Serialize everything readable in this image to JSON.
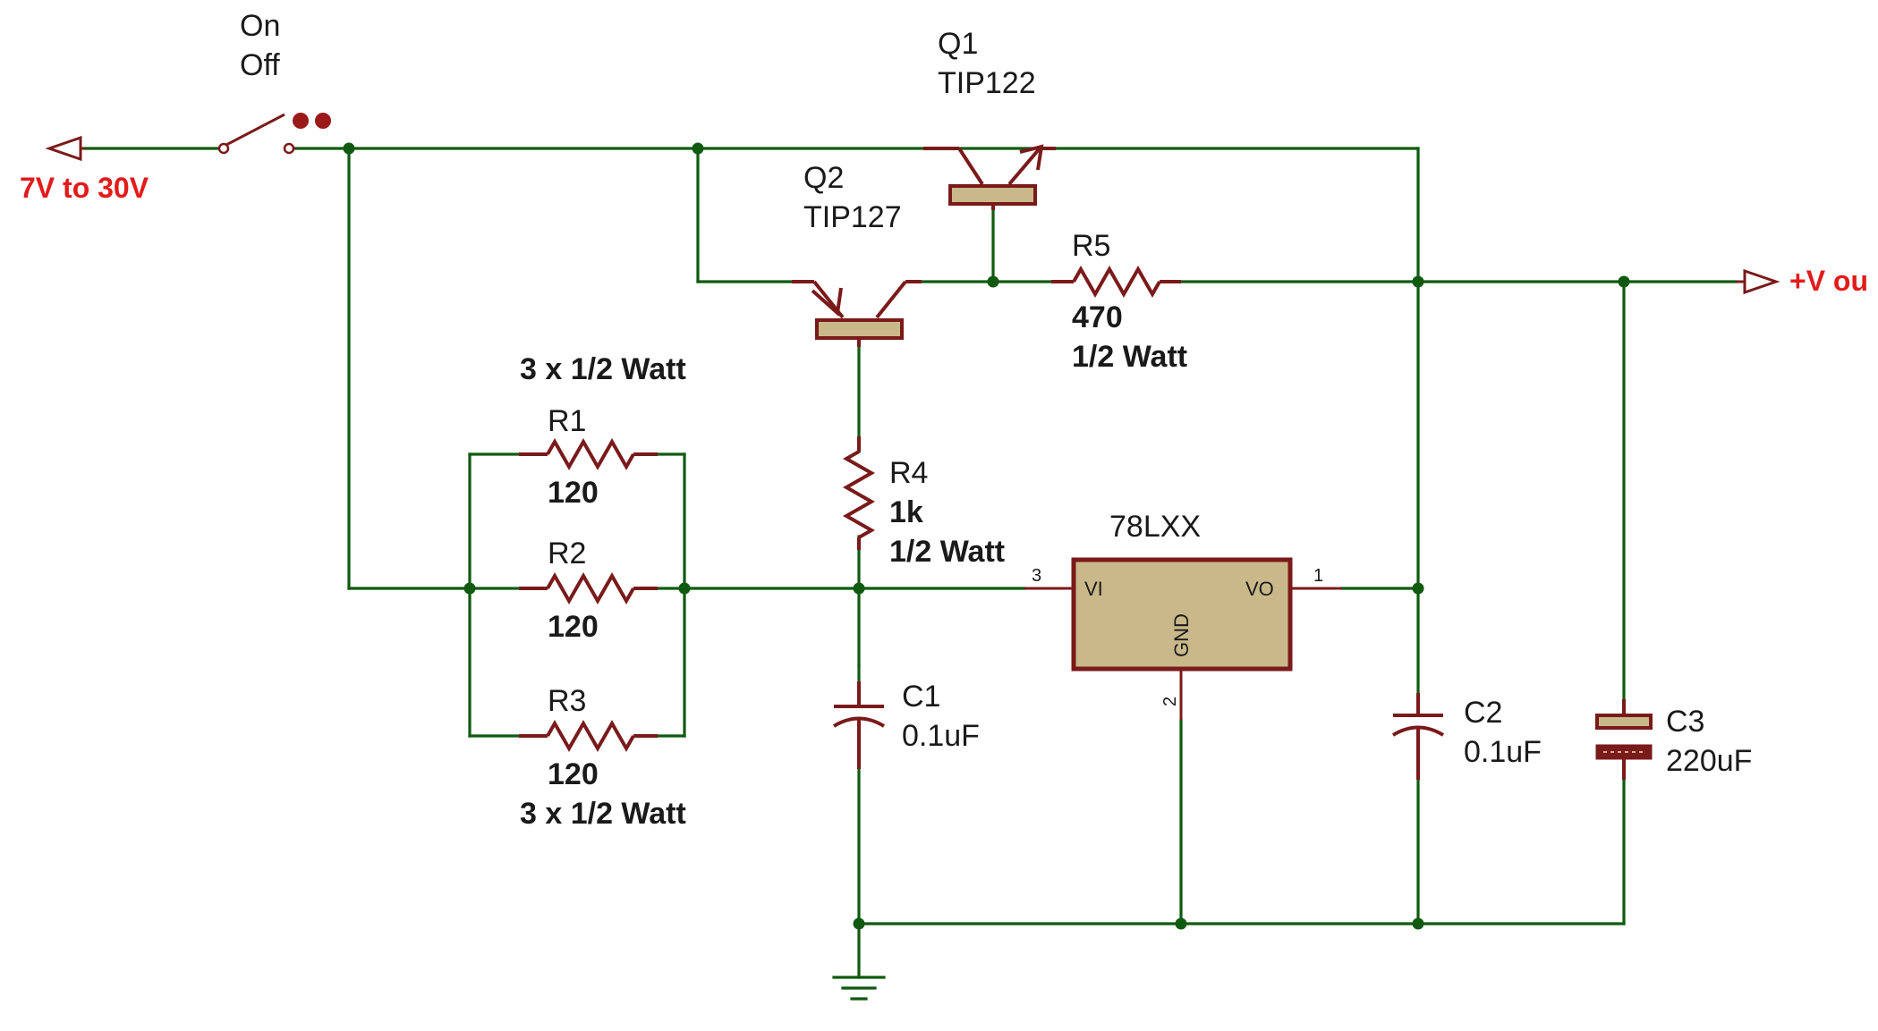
{
  "input": {
    "label": "7V to 30V",
    "color": "#e21b1b"
  },
  "output": {
    "label": "+V ou",
    "color": "#e21b1b"
  },
  "switch": {
    "on_label": "On",
    "off_label": "Off"
  },
  "q1": {
    "ref": "Q1",
    "part": "TIP122"
  },
  "q2": {
    "ref": "Q2",
    "part": "TIP127"
  },
  "r5": {
    "ref": "R5",
    "value": "470",
    "rating": "1/2 Watt"
  },
  "r4": {
    "ref": "R4",
    "value": "1k",
    "rating": "1/2 Watt"
  },
  "r_group": {
    "rating_top": "3 x 1/2 Watt",
    "rating_bottom": "3 x 1/2 Watt"
  },
  "r1": {
    "ref": "R1",
    "value": "120"
  },
  "r2": {
    "ref": "R2",
    "value": "120"
  },
  "r3": {
    "ref": "R3",
    "value": "120"
  },
  "regulator": {
    "part": "78LXX",
    "pin_in_label": "VI",
    "pin_out_label": "VO",
    "pin_gnd_label": "GND",
    "pin_in_num": "3",
    "pin_out_num": "1",
    "pin_gnd_num": "2"
  },
  "c1": {
    "ref": "C1",
    "value": "0.1uF"
  },
  "c2": {
    "ref": "C2",
    "value": "0.1uF"
  },
  "c3": {
    "ref": "C3",
    "value": "220uF"
  },
  "colors": {
    "wire": "#0f5a0f",
    "component": "#7a1a1a",
    "bar_fill": "#c9b98a",
    "regulator_fill": "#c9b98a"
  }
}
